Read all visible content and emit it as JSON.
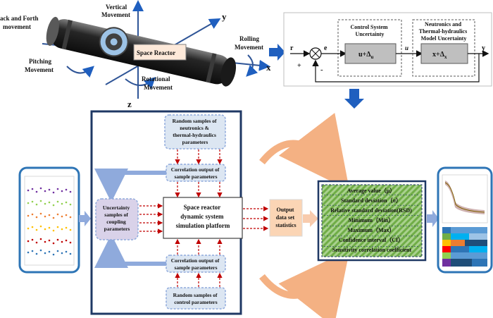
{
  "reactor": {
    "vertical": [
      "Vertical",
      "Movement"
    ],
    "back_forth": [
      "ack and Forth",
      "movement"
    ],
    "pitching": [
      "Pitching",
      "Movement"
    ],
    "rolling": [
      "Rolling",
      "Movement"
    ],
    "rotational": [
      "Rotational",
      "Movement"
    ],
    "label": "Space Reactor",
    "axis_x": "x",
    "axis_y": "y",
    "axis_z": "z"
  },
  "control": {
    "r": "r",
    "e": "e",
    "plus": "+",
    "minus": "-",
    "u": "u",
    "y": "y",
    "box1_title": [
      "Control System",
      "Uncertainty"
    ],
    "box1_block": "u+Δ",
    "box1_sub": "u",
    "box2_title": [
      "Neutronics and",
      "Thermal-hydraulics",
      "Model Uncertainty"
    ],
    "box2_block": "x+Δ",
    "box2_sub": "x"
  },
  "platform": {
    "top_random": [
      "Random samples of",
      "neutronics &",
      "thermal-hydraulics",
      "parameters"
    ],
    "top_corr": [
      "Correlation output of",
      "sample parameters"
    ],
    "center": [
      "Space reactor",
      "dynamic system",
      "simulation platform"
    ],
    "bottom_corr": [
      "Correlation output of",
      "sample parameters"
    ],
    "bottom_random": [
      "Random samples of",
      "control parameters"
    ],
    "uncertainty": [
      "Uncertainty",
      "samples of",
      "coupling",
      "parameters"
    ],
    "output": [
      "Output",
      "data set",
      "statistics"
    ]
  },
  "stats": {
    "items": [
      "Average value（μ）",
      "Standard deviation（σ）",
      "Relative standard deviation(RSD)",
      "Minimum（Min）",
      "Maximum（Max）",
      "Confidence interval（CI）",
      "Sensitivity correlation coefficient"
    ]
  },
  "colors": {
    "navy": "#1f3864",
    "box_blue": "#dce6f2",
    "arrow_blue": "#1f5fbf",
    "stats_green": "#8cc152",
    "output_peach": "#fbd5b5",
    "uncertainty_purple": "#d9d2e9",
    "red_arrow": "#c00000",
    "orange_arc": "#f4b183"
  }
}
